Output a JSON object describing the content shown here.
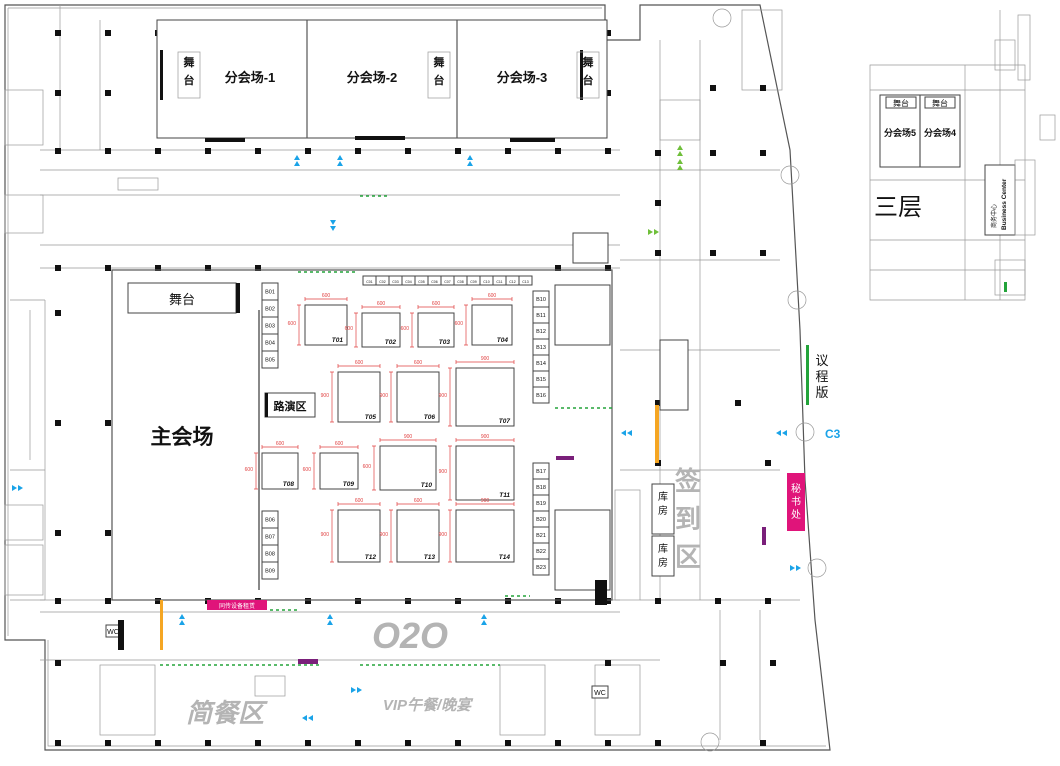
{
  "colors": {
    "arrow_blue": "#1aa3e8",
    "arrow_green": "#6fbf3a",
    "accent_pink": "#e0147a",
    "accent_orange": "#f5a623",
    "accent_green": "#23a33a",
    "accent_purple": "#7a1f7a",
    "big_gray_text": "#b4b4b4"
  },
  "halls": {
    "sub1": "分会场-1",
    "sub2": "分会场-2",
    "sub3": "分会场-3",
    "stage_small": "舞台",
    "main": "主会场",
    "stage_main": "舞台",
    "roadshow": "路演区"
  },
  "zones": {
    "checkin": "签到区",
    "storage1": "库房",
    "storage2": "库房",
    "o2o": "O2O",
    "buffet": "简餐区",
    "vip": "VIP午餐/晚宴",
    "agenda": "议程版",
    "secretary": "秘书处",
    "gate_c3": "C3",
    "wc1": "WC",
    "wc2": "WC",
    "av_room": "同传设备租赁"
  },
  "third_floor": {
    "title": "三层",
    "stage1": "舞台",
    "stage2": "舞台",
    "sub5": "分会场5",
    "sub4": "分会场4",
    "business_center": "Business Center",
    "business_center_cn": "商务中心"
  },
  "booths_left": [
    "B01",
    "B02",
    "B03",
    "B04",
    "B05"
  ],
  "booths_left_bottom": [
    "B06",
    "B07",
    "B08",
    "B09"
  ],
  "booths_right_top": [
    "B10",
    "B11",
    "B12",
    "B13",
    "B14",
    "B15",
    "B16"
  ],
  "booths_right_bottom": [
    "B17",
    "B18",
    "B19",
    "B20",
    "B21",
    "B22",
    "B23"
  ],
  "booths_top_small": [
    "C01",
    "C02",
    "C03",
    "C04",
    "C05",
    "C06",
    "C07",
    "C08",
    "C09",
    "C10",
    "C11",
    "C12",
    "C13"
  ],
  "tables": {
    "T01": "T01",
    "T02": "T02",
    "T03": "T03",
    "T04": "T04",
    "T05": "T05",
    "T06": "T06",
    "T07": "T07",
    "T08": "T08",
    "T09": "T09",
    "T10": "T10",
    "T11": "T11",
    "T12": "T12",
    "T13": "T13",
    "T14": "T14"
  },
  "dims": {
    "d600": "600",
    "d900": "900"
  }
}
